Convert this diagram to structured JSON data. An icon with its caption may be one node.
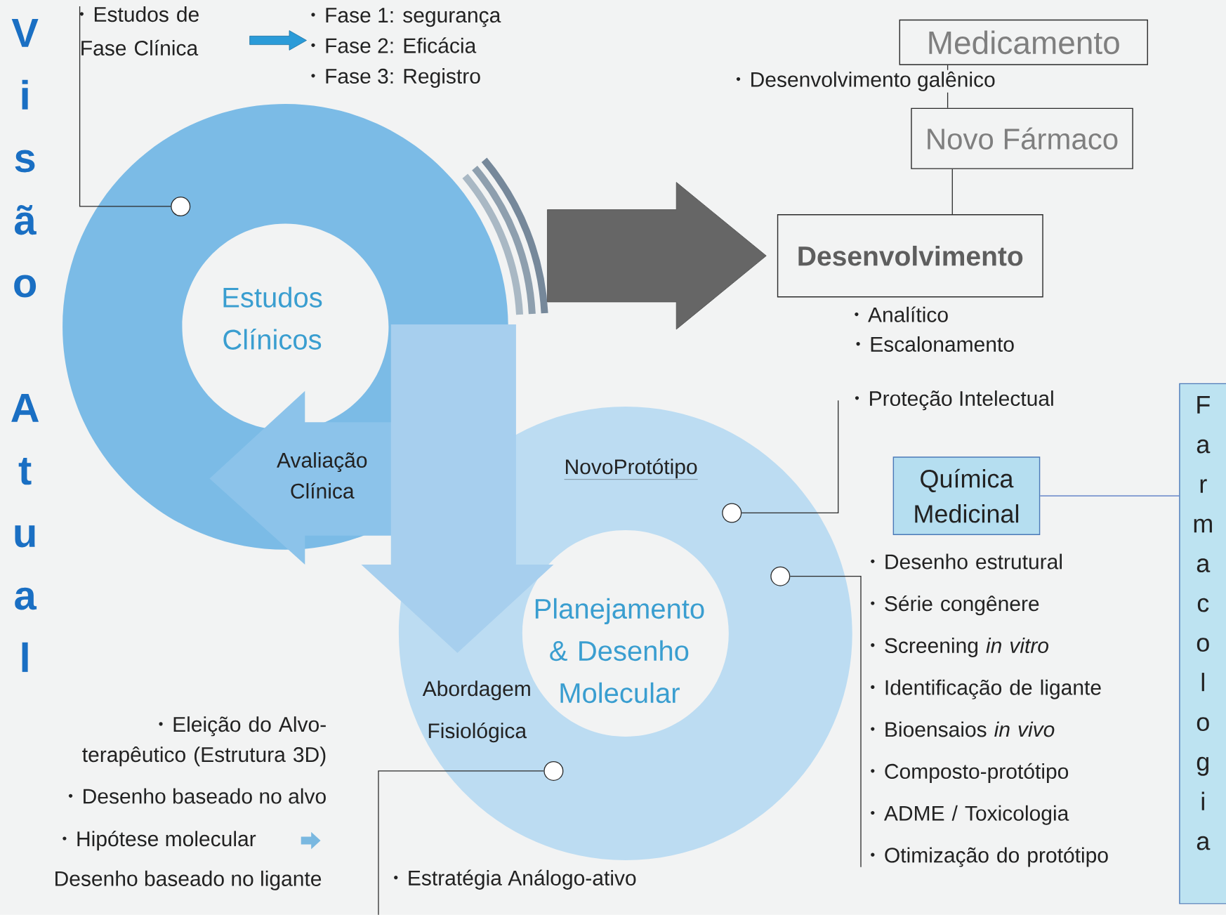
{
  "diagram": {
    "nodes": [
      {
        "text": [
          "Estudos de Fase Clínica"
        ]
      },
      {
        "text": [
          "Fase 1: segurança",
          "Fase 2: Eficácia",
          "Fase 3: Registro"
        ]
      },
      {
        "text": [
          "Medicamento"
        ]
      },
      {
        "text": [
          "Novo Fármaco"
        ]
      },
      {
        "text": [],
        "shape": "circle"
      },
      {
        "text": [
          "Desenvolvimento"
        ],
        "beside": [
          "Analítico",
          "Escalonamento"
        ]
      },
      {
        "text": [
          "Proteção Intelectual"
        ]
      },
      {
        "text": [
          "Farmacologia"
        ]
      },
      {
        "text": [
          "Química Medicinal"
        ]
      },
      {
        "text": [],
        "shape": "circle"
      },
      {
        "text": [],
        "shape": "circle"
      },
      {
        "text": [
          "Desenho estrutural",
          "Série congênere",
          "Screening *in vitro*",
          "Identificação de ligante",
          "Bioensaios *in vivo*",
          "Composto-protótipo",
          "ADME / Toxicologia",
          "Otimização do protótipo"
        ]
      },
      {
        "text": [],
        "shape": "circle"
      },
      {
        "text": [
          "Estratégia Análogo-ativo"
        ]
      }
    ],
    "edges": [
      {
        "from": 0,
        "to": 1,
        "arrow": "to",
        "style": "thick",
        "color": "#2b9bd8"
      },
      {
        "from": 2,
        "to": 3,
        "arrow": "none",
        "label": "Desenvolvimento galênico"
      },
      {
        "from": 3,
        "to": 5,
        "arrow": "none"
      },
      {
        "from": null,
        "to": 5,
        "arrow": "to",
        "style": "thick",
        "color": "#666666"
      },
      {
        "from": 0,
        "to": 4,
        "arrow": "none"
      },
      {
        "from": 6,
        "to": 9,
        "arrow": "none"
      },
      {
        "from": 8,
        "to": 7,
        "arrow": "none",
        "color": "#4a6fc0"
      },
      {
        "from": 11,
        "to": 10,
        "arrow": "none"
      },
      {
        "from": 13,
        "to": 12,
        "arrow": "none"
      }
    ],
    "labels": [
      "Visão Atual",
      "Estudos Clínicos",
      "Avaliação Clínica",
      "NovoProtótipo",
      "Planejamento & Desenho Molecular",
      "Abordagem Fisiológica",
      "Eleição do Alvo-terapêutico (Estrutura 3D)",
      "Desenho baseado no alvo",
      "Hipótese molecular",
      "Desenho baseado no ligante"
    ]
  }
}
